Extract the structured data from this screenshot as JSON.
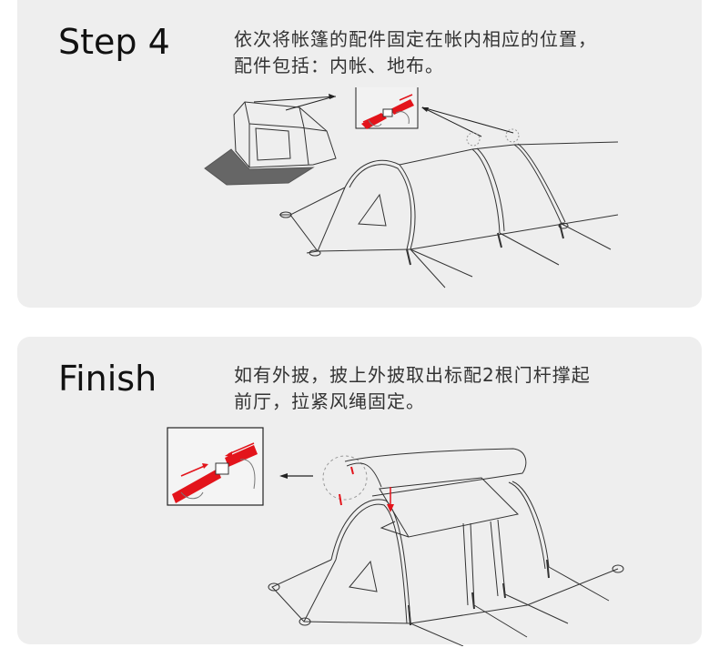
{
  "steps": [
    {
      "title": "Step 4",
      "description_lines": [
        "依次将帐篷的配件固定在帐内相应的位置，",
        "配件包括：内帐、地布。"
      ],
      "illustration": "tent-inner-tent-groundsheet-buckle-diagram"
    },
    {
      "title": "Finish",
      "description_lines": [
        "如有外披，披上外披取出标配2根门杆撑起",
        "前厅，拉紧风绳固定。"
      ],
      "illustration": "tent-outer-fly-buckle-diagram"
    }
  ],
  "colors": {
    "card_bg": "#eeeeee",
    "accent_red": "#e3141b",
    "line": "#333333"
  }
}
